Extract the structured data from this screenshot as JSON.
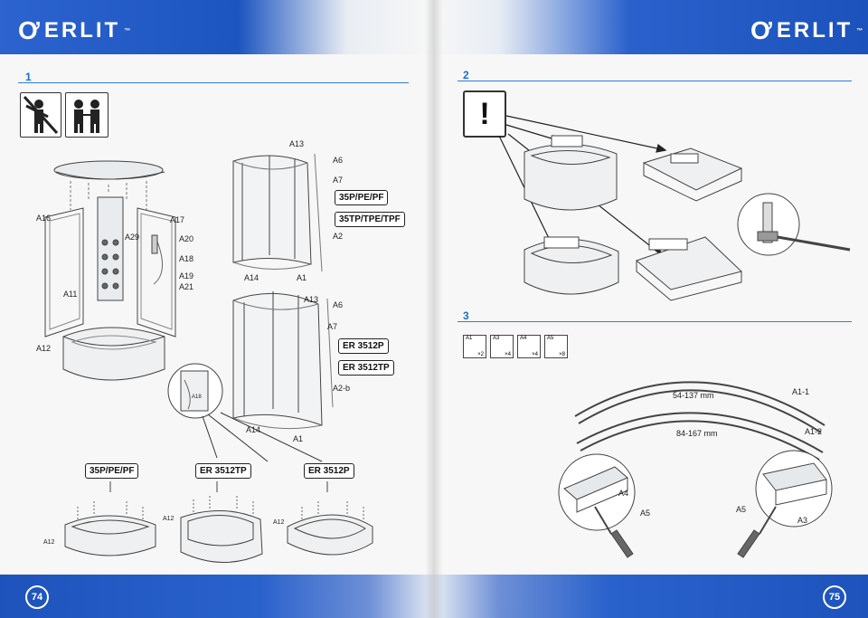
{
  "brand": {
    "name": "ERLIT",
    "mark": "Ơ",
    "tm": "™"
  },
  "pages": {
    "left_number": "74",
    "right_number": "75"
  },
  "steps": {
    "s1": "1",
    "s2": "2",
    "s3": "3"
  },
  "step1": {
    "parts": {
      "A16": "A16",
      "A17": "A17",
      "A29": "A29",
      "A20": "A20",
      "A18": "A18",
      "A19": "A19",
      "A21": "A21",
      "A11": "A11",
      "A12": "A12",
      "A13": "A13",
      "A6": "A6",
      "A7": "A7",
      "A2": "A2",
      "A14": "A14",
      "A1": "A1",
      "A13b": "A13",
      "A6b": "A6",
      "A7b": "A7",
      "A2b": "A2-b",
      "A14b": "A14",
      "A1b": "A1",
      "A18b": "A18",
      "A12a": "A12",
      "A12b": "A12",
      "A12c": "A12"
    },
    "model_labels": {
      "m1": "35P/PE/PF",
      "m2": "35TP/TPE/TPF",
      "m3": "ER 3512P",
      "m4": "ER 3512TP",
      "m5": "35P/PE/PF",
      "m6": "ER 3512TP",
      "m7": "ER 3512P"
    }
  },
  "step2": {
    "warning": "!"
  },
  "step3": {
    "tiles": [
      {
        "code": "A1",
        "qty": "×2"
      },
      {
        "code": "A3",
        "qty": "×4"
      },
      {
        "code": "A4",
        "qty": "×4"
      },
      {
        "code": "A5",
        "qty": "×8"
      }
    ],
    "measurements": {
      "upper": "54-137 mm",
      "lower": "84-167 mm"
    },
    "parts": {
      "A1_1": "A1-1",
      "A1_2": "A1-2",
      "A4": "A4",
      "A5a": "A5",
      "A5b": "A5",
      "A3": "A3"
    }
  },
  "colors": {
    "brand_blue": "#1f57c0",
    "accent_blue": "#2f7bd8",
    "line": "#333333"
  }
}
